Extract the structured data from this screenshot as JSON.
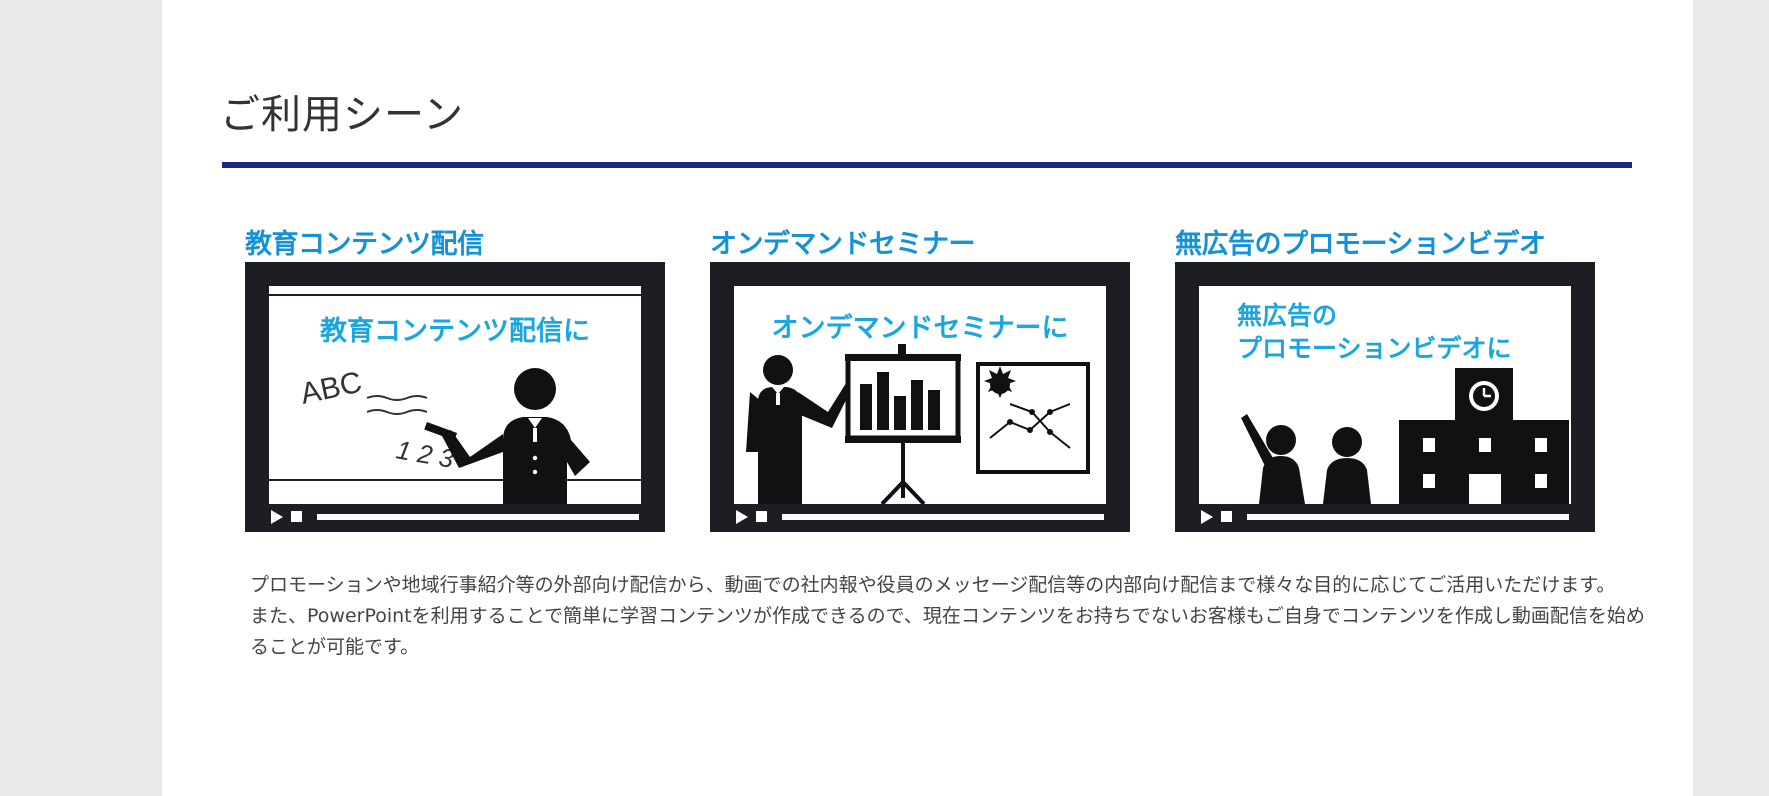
{
  "section": {
    "title": "ご利用シーン"
  },
  "cards": [
    {
      "heading": "教育コンテンツ配信",
      "illustration_caption": "教育コンテンツ配信に",
      "board_text": "ABC",
      "board_numbers": "1 2 3"
    },
    {
      "heading": "オンデマンドセミナー",
      "illustration_caption": "オンデマンドセミナーに"
    },
    {
      "heading": "無広告のプロモーションビデオ",
      "illustration_caption_line1": "無広告の",
      "illustration_caption_line2": "プロモーションビデオに"
    }
  ],
  "description": {
    "paragraph1": "プロモーションや地域行事紹介等の外部向け配信から、動画での社内報や役員のメッセージ配信等の内部向け配信まで様々な目的に応じてご活用いただけます。",
    "paragraph2": "また、PowerPointを利用することで簡単に学習コンテンツが作成できるので、現在コンテンツをお持ちでないお客様もご自身でコンテンツを作成し動画配信を始めることが可能です。"
  },
  "icons": {
    "player_play": "play-icon",
    "player_stop": "stop-icon",
    "player_progress": "progress-bar"
  },
  "colors": {
    "page_bg": "#e9e9e9",
    "content_bg": "#ffffff",
    "accent_rule": "#1b2a85",
    "heading_blue": "#1592d6",
    "illustration_blue": "#1ba6df",
    "frame_dark": "#1d1d24"
  }
}
